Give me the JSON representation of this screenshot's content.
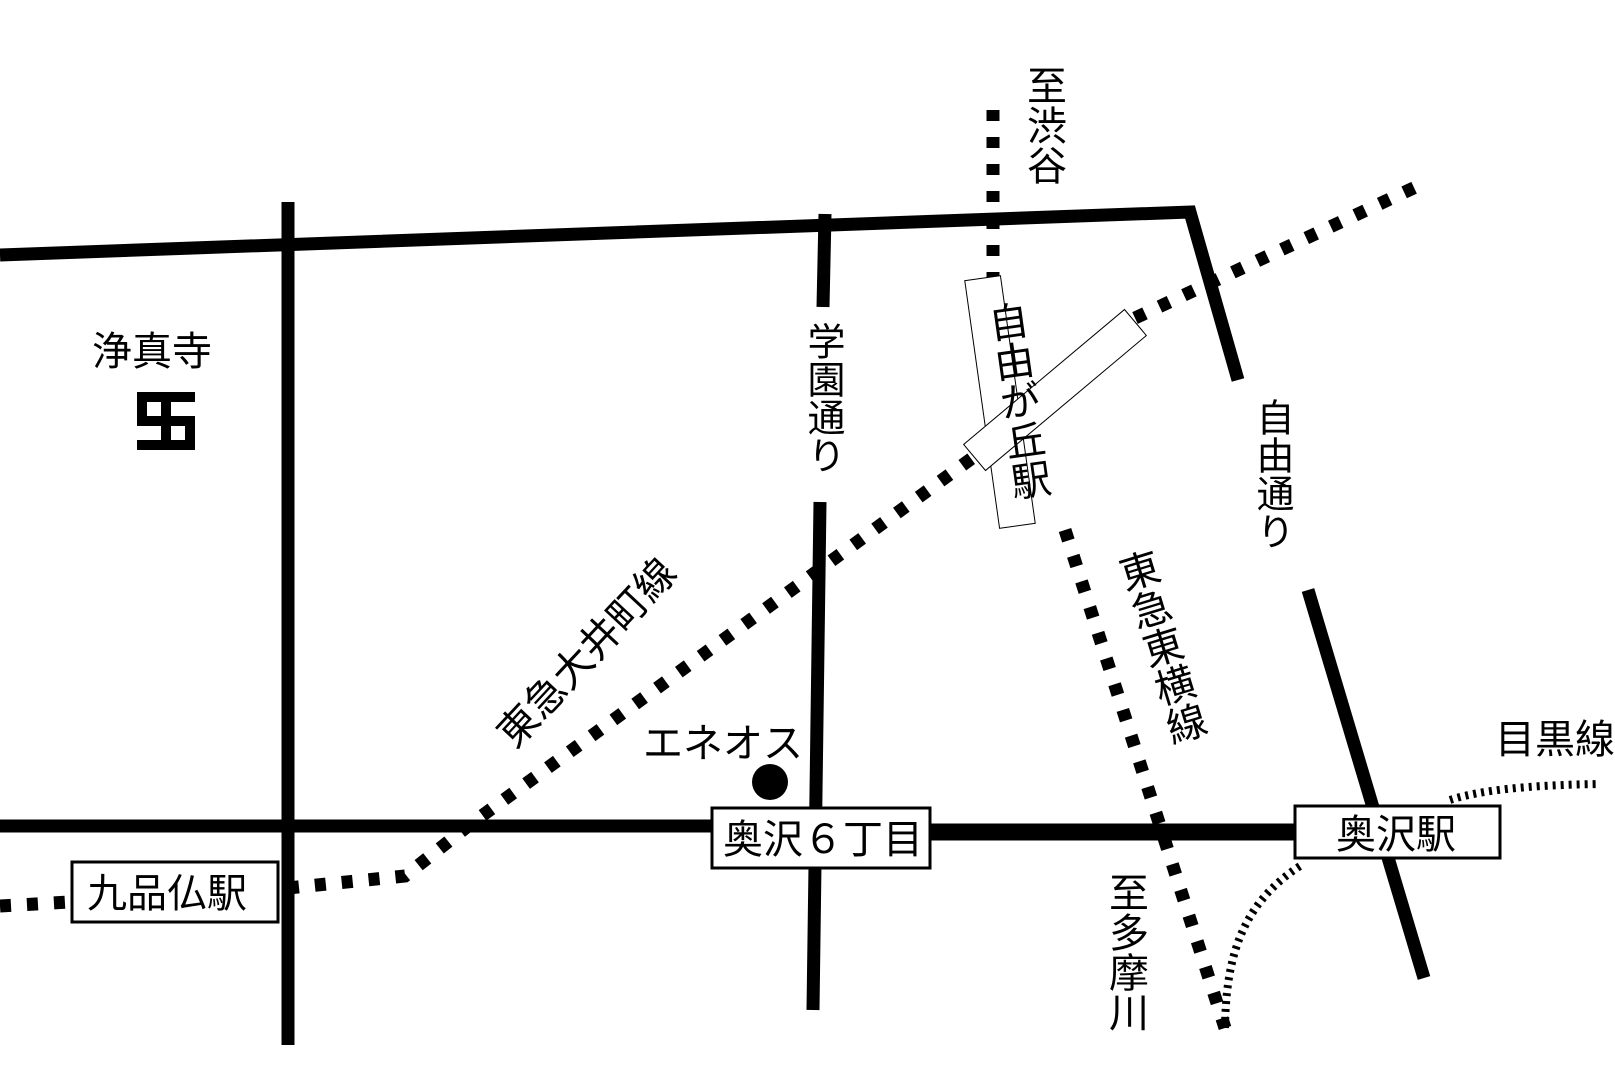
{
  "title": "",
  "landmarks": {
    "temple": "浄真寺",
    "temple_symbol": "卍",
    "gas_station": "エネオス"
  },
  "stations": {
    "kuhonbutsu": "九品仏駅",
    "okusawa_6": "奥沢６丁目",
    "okusawa": "奥沢駅",
    "jiyugaoka": "自由が丘駅"
  },
  "roads": {
    "gakuen": "学園通り",
    "jiyu": "自由通り"
  },
  "lines": {
    "oimachi": "東急大井町線",
    "toyoko": "東急東横線",
    "meguro": "目黒線"
  },
  "directions": {
    "shibuya": "至渋谷",
    "tamagawa": "至多摩川"
  },
  "icons": {
    "temple": "manji-icon",
    "gas_station": "filled-circle-icon"
  },
  "colors": {
    "ink": "#000000",
    "paper": "#ffffff"
  }
}
